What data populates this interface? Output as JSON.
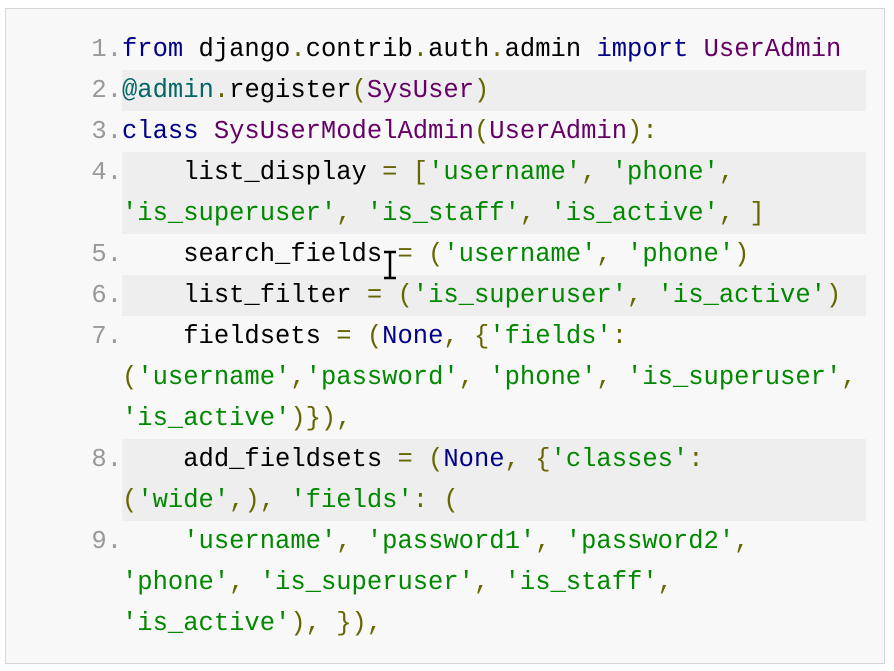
{
  "colors": {
    "keyword": "#000088",
    "type": "#660066",
    "punct": "#666600",
    "string": "#008800",
    "decorator": "#006666",
    "plain": "#000000",
    "line_number": "#999999"
  },
  "lines": [
    {
      "num": "1.",
      "rows": [
        [
          [
            "k",
            "from"
          ],
          [
            "n",
            " django"
          ],
          [
            "p",
            "."
          ],
          [
            "n",
            "contrib"
          ],
          [
            "p",
            "."
          ],
          [
            "n",
            "auth"
          ],
          [
            "p",
            "."
          ],
          [
            "n",
            "admin "
          ],
          [
            "k",
            "import"
          ],
          [
            "t",
            " UserAdmin"
          ]
        ]
      ]
    },
    {
      "num": "2.",
      "rows": [
        [
          [
            "d",
            "@admin"
          ],
          [
            "p",
            "."
          ],
          [
            "n",
            "register"
          ],
          [
            "p",
            "("
          ],
          [
            "t",
            "SysUser"
          ],
          [
            "p",
            ")"
          ]
        ]
      ]
    },
    {
      "num": "3.",
      "rows": [
        [
          [
            "k",
            "class"
          ],
          [
            "t",
            " SysUserModelAdmin"
          ],
          [
            "p",
            "("
          ],
          [
            "t",
            "UserAdmin"
          ],
          [
            "p",
            "):"
          ]
        ]
      ]
    },
    {
      "num": "4.",
      "rows": [
        [
          [
            "n",
            "    list_display "
          ],
          [
            "p",
            "= ["
          ],
          [
            "s",
            "'username'"
          ],
          [
            "p",
            ", "
          ],
          [
            "s",
            "'phone'"
          ],
          [
            "p",
            ","
          ]
        ],
        [
          [
            "s",
            "'is_superuser'"
          ],
          [
            "p",
            ", "
          ],
          [
            "s",
            "'is_staff'"
          ],
          [
            "p",
            ", "
          ],
          [
            "s",
            "'is_active'"
          ],
          [
            "p",
            ", ]"
          ]
        ]
      ]
    },
    {
      "num": "5.",
      "rows": [
        [
          [
            "n",
            "    search_fields "
          ],
          [
            "p",
            "= ("
          ],
          [
            "s",
            "'username'"
          ],
          [
            "p",
            ", "
          ],
          [
            "s",
            "'phone'"
          ],
          [
            "p",
            ")"
          ]
        ]
      ]
    },
    {
      "num": "6.",
      "rows": [
        [
          [
            "n",
            "    list_filter "
          ],
          [
            "p",
            "= ("
          ],
          [
            "s",
            "'is_superuser'"
          ],
          [
            "p",
            ", "
          ],
          [
            "s",
            "'is_active'"
          ],
          [
            "p",
            ")"
          ]
        ]
      ]
    },
    {
      "num": "7.",
      "rows": [
        [
          [
            "n",
            "    fieldsets "
          ],
          [
            "p",
            "= ("
          ],
          [
            "k",
            "None"
          ],
          [
            "p",
            ", {"
          ],
          [
            "s",
            "'fields'"
          ],
          [
            "p",
            ":"
          ]
        ],
        [
          [
            "p",
            "("
          ],
          [
            "s",
            "'username'"
          ],
          [
            "p",
            ","
          ],
          [
            "s",
            "'password'"
          ],
          [
            "p",
            ", "
          ],
          [
            "s",
            "'phone'"
          ],
          [
            "p",
            ", "
          ],
          [
            "s",
            "'is_superuser'"
          ],
          [
            "p",
            ","
          ]
        ],
        [
          [
            "s",
            "'is_active'"
          ],
          [
            "p",
            ")}),"
          ]
        ]
      ]
    },
    {
      "num": "8.",
      "rows": [
        [
          [
            "n",
            "    add_fieldsets "
          ],
          [
            "p",
            "= ("
          ],
          [
            "k",
            "None"
          ],
          [
            "p",
            ", {"
          ],
          [
            "s",
            "'classes'"
          ],
          [
            "p",
            ":"
          ]
        ],
        [
          [
            "p",
            "("
          ],
          [
            "s",
            "'wide'"
          ],
          [
            "p",
            ",), "
          ],
          [
            "s",
            "'fields'"
          ],
          [
            "p",
            ": ("
          ]
        ]
      ]
    },
    {
      "num": "9.",
      "rows": [
        [
          [
            "n",
            "    "
          ],
          [
            "s",
            "'username'"
          ],
          [
            "p",
            ", "
          ],
          [
            "s",
            "'password1'"
          ],
          [
            "p",
            ", "
          ],
          [
            "s",
            "'password2'"
          ],
          [
            "p",
            ","
          ]
        ],
        [
          [
            "s",
            "'phone'"
          ],
          [
            "p",
            ", "
          ],
          [
            "s",
            "'is_superuser'"
          ],
          [
            "p",
            ", "
          ],
          [
            "s",
            "'is_staff'"
          ],
          [
            "p",
            ","
          ]
        ],
        [
          [
            "s",
            "'is_active'"
          ],
          [
            "p",
            "), }),"
          ]
        ]
      ]
    }
  ]
}
